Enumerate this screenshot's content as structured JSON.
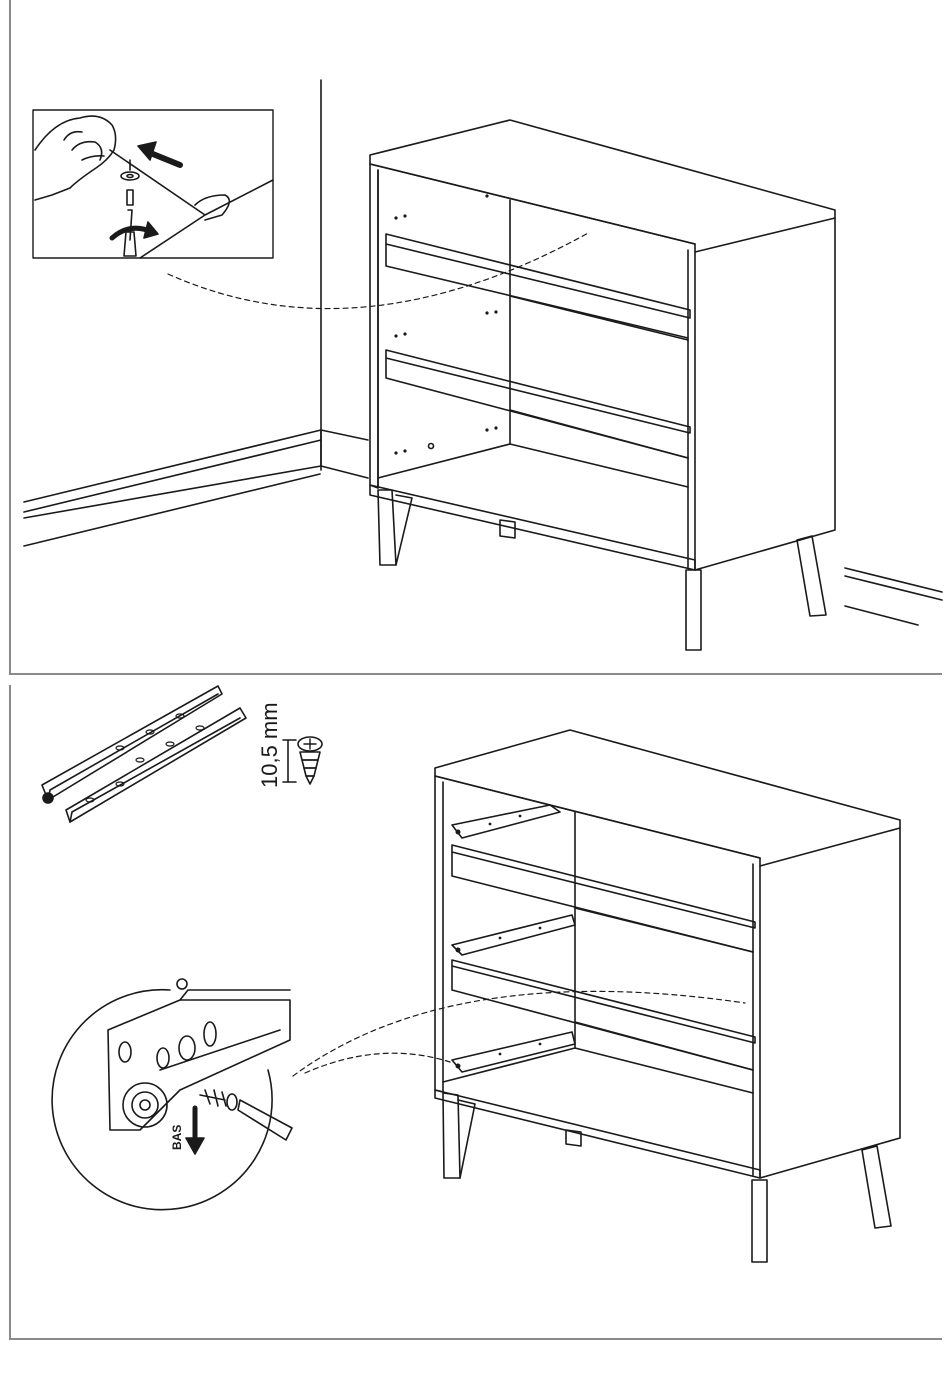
{
  "step_top": {
    "detail_arrow": "push-arrow"
  },
  "step_bottom": {
    "screw_size_label": "10,5 mm",
    "direction_label": "BAS"
  },
  "colors": {
    "line": "#1a1a1a",
    "frame": "#8a8a8a",
    "background": "#ffffff"
  }
}
